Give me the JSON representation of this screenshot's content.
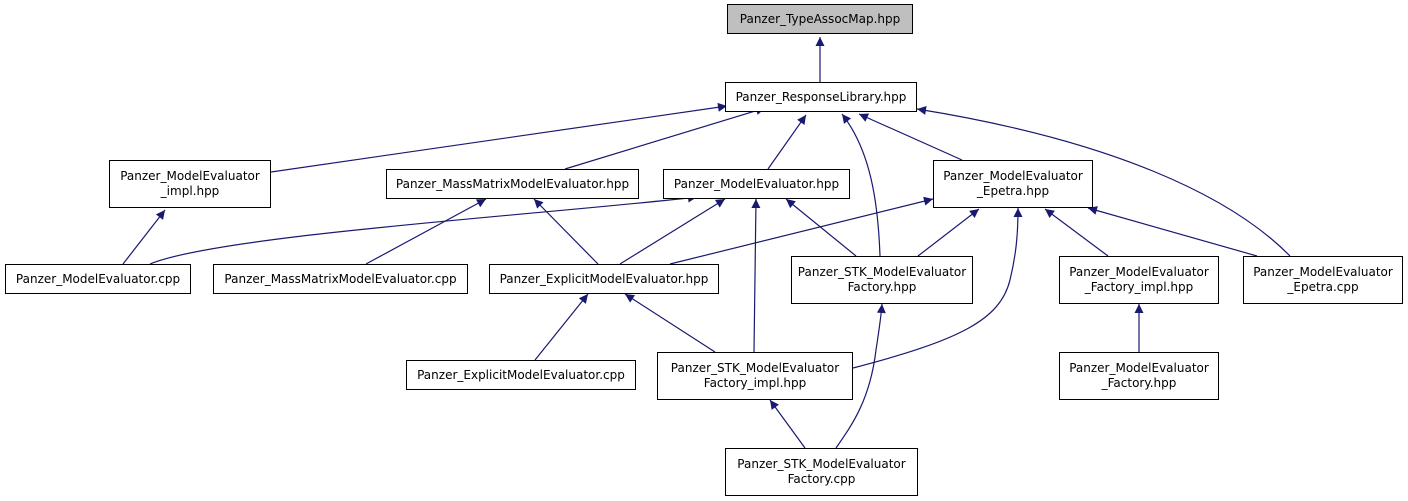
{
  "colors": {
    "edge": "#191970",
    "root_fill": "#bfbfbf",
    "node_fill": "#ffffff",
    "border": "#000000"
  },
  "nodes": {
    "typeassoc": {
      "lines": [
        "Panzer_TypeAssocMap.hpp"
      ],
      "root": true
    },
    "responselib": {
      "lines": [
        "Panzer_ResponseLibrary.hpp"
      ]
    },
    "me_impl": {
      "lines": [
        "Panzer_ModelEvaluator",
        "_impl.hpp"
      ]
    },
    "massmatrix_hpp": {
      "lines": [
        "Panzer_MassMatrixModelEvaluator.hpp"
      ]
    },
    "me_hpp": {
      "lines": [
        "Panzer_ModelEvaluator.hpp"
      ]
    },
    "me_epetra_hpp": {
      "lines": [
        "Panzer_ModelEvaluator",
        "_Epetra.hpp"
      ]
    },
    "me_cpp": {
      "lines": [
        "Panzer_ModelEvaluator.cpp"
      ]
    },
    "massmatrix_cpp": {
      "lines": [
        "Panzer_MassMatrixModelEvaluator.cpp"
      ]
    },
    "explicit_hpp": {
      "lines": [
        "Panzer_ExplicitModelEvaluator.hpp"
      ]
    },
    "stk_factory_hpp": {
      "lines": [
        "Panzer_STK_ModelEvaluator",
        "Factory.hpp"
      ]
    },
    "factory_impl": {
      "lines": [
        "Panzer_ModelEvaluator",
        "_Factory_impl.hpp"
      ]
    },
    "me_epetra_cpp": {
      "lines": [
        "Panzer_ModelEvaluator",
        "_Epetra.cpp"
      ]
    },
    "explicit_cpp": {
      "lines": [
        "Panzer_ExplicitModelEvaluator.cpp"
      ]
    },
    "stk_factory_impl": {
      "lines": [
        "Panzer_STK_ModelEvaluator",
        "Factory_impl.hpp"
      ]
    },
    "factory_hpp": {
      "lines": [
        "Panzer_ModelEvaluator",
        "_Factory.hpp"
      ]
    },
    "stk_factory_cpp": {
      "lines": [
        "Panzer_STK_ModelEvaluator",
        "Factory.cpp"
      ]
    }
  },
  "edges": [
    {
      "from": "responselib",
      "to": "typeassoc"
    },
    {
      "from": "me_impl",
      "to": "responselib"
    },
    {
      "from": "massmatrix_hpp",
      "to": "responselib"
    },
    {
      "from": "me_hpp",
      "to": "responselib"
    },
    {
      "from": "stk_factory_hpp",
      "to": "responselib"
    },
    {
      "from": "me_epetra_hpp",
      "to": "responselib"
    },
    {
      "from": "me_epetra_cpp",
      "to": "responselib"
    },
    {
      "from": "me_cpp",
      "to": "me_impl"
    },
    {
      "from": "massmatrix_cpp",
      "to": "massmatrix_hpp"
    },
    {
      "from": "explicit_hpp",
      "to": "massmatrix_hpp"
    },
    {
      "from": "me_cpp",
      "to": "me_hpp"
    },
    {
      "from": "explicit_hpp",
      "to": "me_hpp"
    },
    {
      "from": "stk_factory_impl",
      "to": "me_hpp"
    },
    {
      "from": "stk_factory_hpp",
      "to": "me_hpp"
    },
    {
      "from": "explicit_hpp",
      "to": "me_epetra_hpp"
    },
    {
      "from": "stk_factory_hpp",
      "to": "me_epetra_hpp"
    },
    {
      "from": "stk_factory_impl",
      "to": "me_epetra_hpp"
    },
    {
      "from": "factory_impl",
      "to": "me_epetra_hpp"
    },
    {
      "from": "me_epetra_cpp",
      "to": "me_epetra_hpp"
    },
    {
      "from": "explicit_cpp",
      "to": "explicit_hpp"
    },
    {
      "from": "stk_factory_impl",
      "to": "explicit_hpp"
    },
    {
      "from": "stk_factory_cpp",
      "to": "stk_factory_hpp"
    },
    {
      "from": "factory_hpp",
      "to": "factory_impl"
    },
    {
      "from": "stk_factory_cpp",
      "to": "stk_factory_impl"
    }
  ]
}
